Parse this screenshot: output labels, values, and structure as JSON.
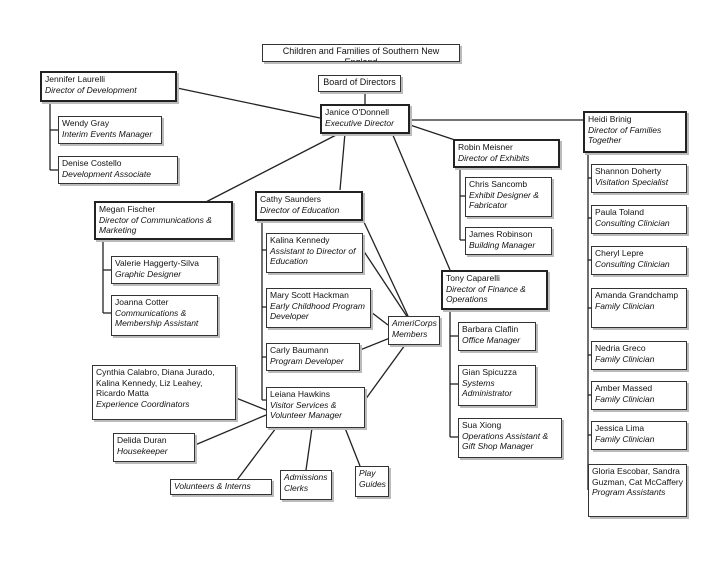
{
  "org": "Children and Families of Southern New England",
  "board": "Board of Directors",
  "nodes": {
    "odonnell": {
      "name": "Janice O'Donnell",
      "title": "Executive Director"
    },
    "laurelli": {
      "name": "Jennifer Laurelli",
      "title": "Director of Development"
    },
    "gray": {
      "name": "Wendy Gray",
      "title": "Interim Events Manager"
    },
    "costello": {
      "name": "Denise Costello",
      "title": "Development Associate"
    },
    "fischer": {
      "name": "Megan Fischer",
      "title": "Director of Communications & Marketing"
    },
    "haggerty": {
      "name": "Valerie Haggerty-Silva",
      "title": "Graphic Designer"
    },
    "cotter": {
      "name": "Joanna Cotter",
      "title": "Communications & Membership Assistant"
    },
    "coordinators": {
      "name": "Cynthia Calabro, Diana Jurado, Kalina Kennedy, Liz Leahey, Ricardo Matta",
      "title": "Experience Coordinators"
    },
    "duran": {
      "name": "Delida Duran",
      "title": "Housekeeper"
    },
    "saunders": {
      "name": "Cathy Saunders",
      "title": "Director of Education"
    },
    "kennedy": {
      "name": "Kalina Kennedy",
      "title": "Assistant to Director of Education"
    },
    "hackman": {
      "name": "Mary Scott Hackman",
      "title": "Early Childhood Program Developer"
    },
    "baumann": {
      "name": "Carly Baumann",
      "title": "Program Developer"
    },
    "hawkins": {
      "name": "Leiana Hawkins",
      "title": "Visitor Services & Volunteer Manager"
    },
    "americorps": {
      "name": "",
      "title": "AmeriCorps Members"
    },
    "volunteers": {
      "name": "",
      "title": "Volunteers & Interns"
    },
    "admissions": {
      "name": "",
      "title": "Admissions Clerks"
    },
    "play": {
      "name": "",
      "title": "Play Guides"
    },
    "meisner": {
      "name": "Robin Meisner",
      "title": "Director of Exhibits"
    },
    "sancomb": {
      "name": "Chris Sancomb",
      "title": "Exhibit Designer & Fabricator"
    },
    "robinson": {
      "name": "James Robinson",
      "title": "Building Manager"
    },
    "caparelli": {
      "name": "Tony Caparelli",
      "title": "Director of Finance & Operations"
    },
    "claflin": {
      "name": "Barbara Claflin",
      "title": "Office Manager"
    },
    "spicuzza": {
      "name": "Gian Spicuzza",
      "title": "Systems Administrator"
    },
    "xiong": {
      "name": "Sua Xiong",
      "title": "Operations Assistant & Gift Shop Manager"
    },
    "brinig": {
      "name": "Heidi Brinig",
      "title": "Director of Families Together"
    },
    "doherty": {
      "name": "Shannon Doherty",
      "title": "Visitation Specialist"
    },
    "toland": {
      "name": "Paula Toland",
      "title": "Consulting Clinician"
    },
    "lepre": {
      "name": "Cheryl Lepre",
      "title": "Consulting Clinician"
    },
    "grandchamp": {
      "name": "Amanda Grandchamp",
      "title": "Family Clinician"
    },
    "greco": {
      "name": "Nedria Greco",
      "title": "Family Clinician"
    },
    "massed": {
      "name": "Amber Massed",
      "title": "Family Clinician"
    },
    "lima": {
      "name": "Jessica Lima",
      "title": "Family Clinician"
    },
    "assistants": {
      "name": "Gloria Escobar, Sandra Guzman, Cat McCaffery",
      "title": "Program Assistants"
    }
  }
}
